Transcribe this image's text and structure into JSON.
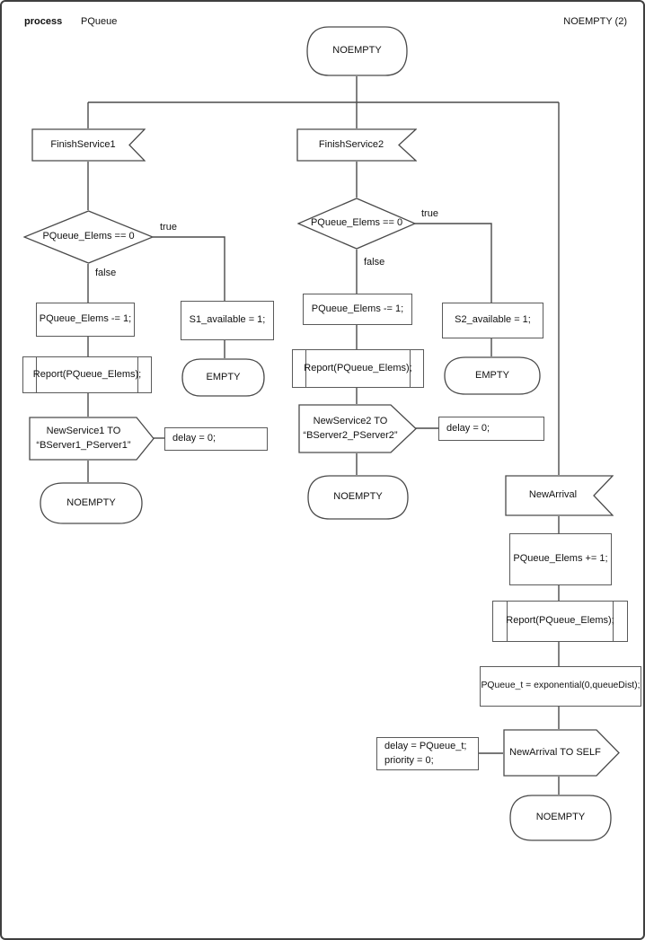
{
  "header": {
    "kind_label": "process",
    "process_name": "PQueue",
    "page_ref": "NOEMPTY (2)"
  },
  "branch_labels": {
    "true1": "true",
    "false1": "false",
    "true2": "true",
    "false2": "false"
  },
  "nodes": {
    "start_state": "NOEMPTY",
    "finish_service1": "FinishService1",
    "cond1": "PQueue_Elems == 0",
    "dec1": "PQueue_Elems -= 1;",
    "report1": "Report(PQueue_Elems);",
    "send1_line1": "NewService1 TO",
    "send1_line2": "“BServer1_PServer1”",
    "delay1": "delay = 0;",
    "noempty1": "NOEMPTY",
    "s1_available": "S1_available = 1;",
    "empty1": "EMPTY",
    "finish_service2": "FinishService2",
    "cond2": "PQueue_Elems == 0",
    "dec2": "PQueue_Elems -= 1;",
    "report2": "Report(PQueue_Elems);",
    "send2_line1": "NewService2 TO",
    "send2_line2": "“BServer2_PServer2”",
    "delay2": "delay = 0;",
    "noempty2": "NOEMPTY",
    "s2_available": "S2_available = 1;",
    "empty2": "EMPTY",
    "new_arrival": "NewArrival",
    "inc": "PQueue_Elems += 1;",
    "report3": "Report(PQueue_Elems);",
    "exp": "PQueue_t = exponential(0,queueDist);",
    "send3": "NewArrival TO SELF",
    "delay3_line1": "delay = PQueue_t;",
    "delay3_line2": "priority = 0;",
    "noempty3": "NOEMPTY"
  }
}
